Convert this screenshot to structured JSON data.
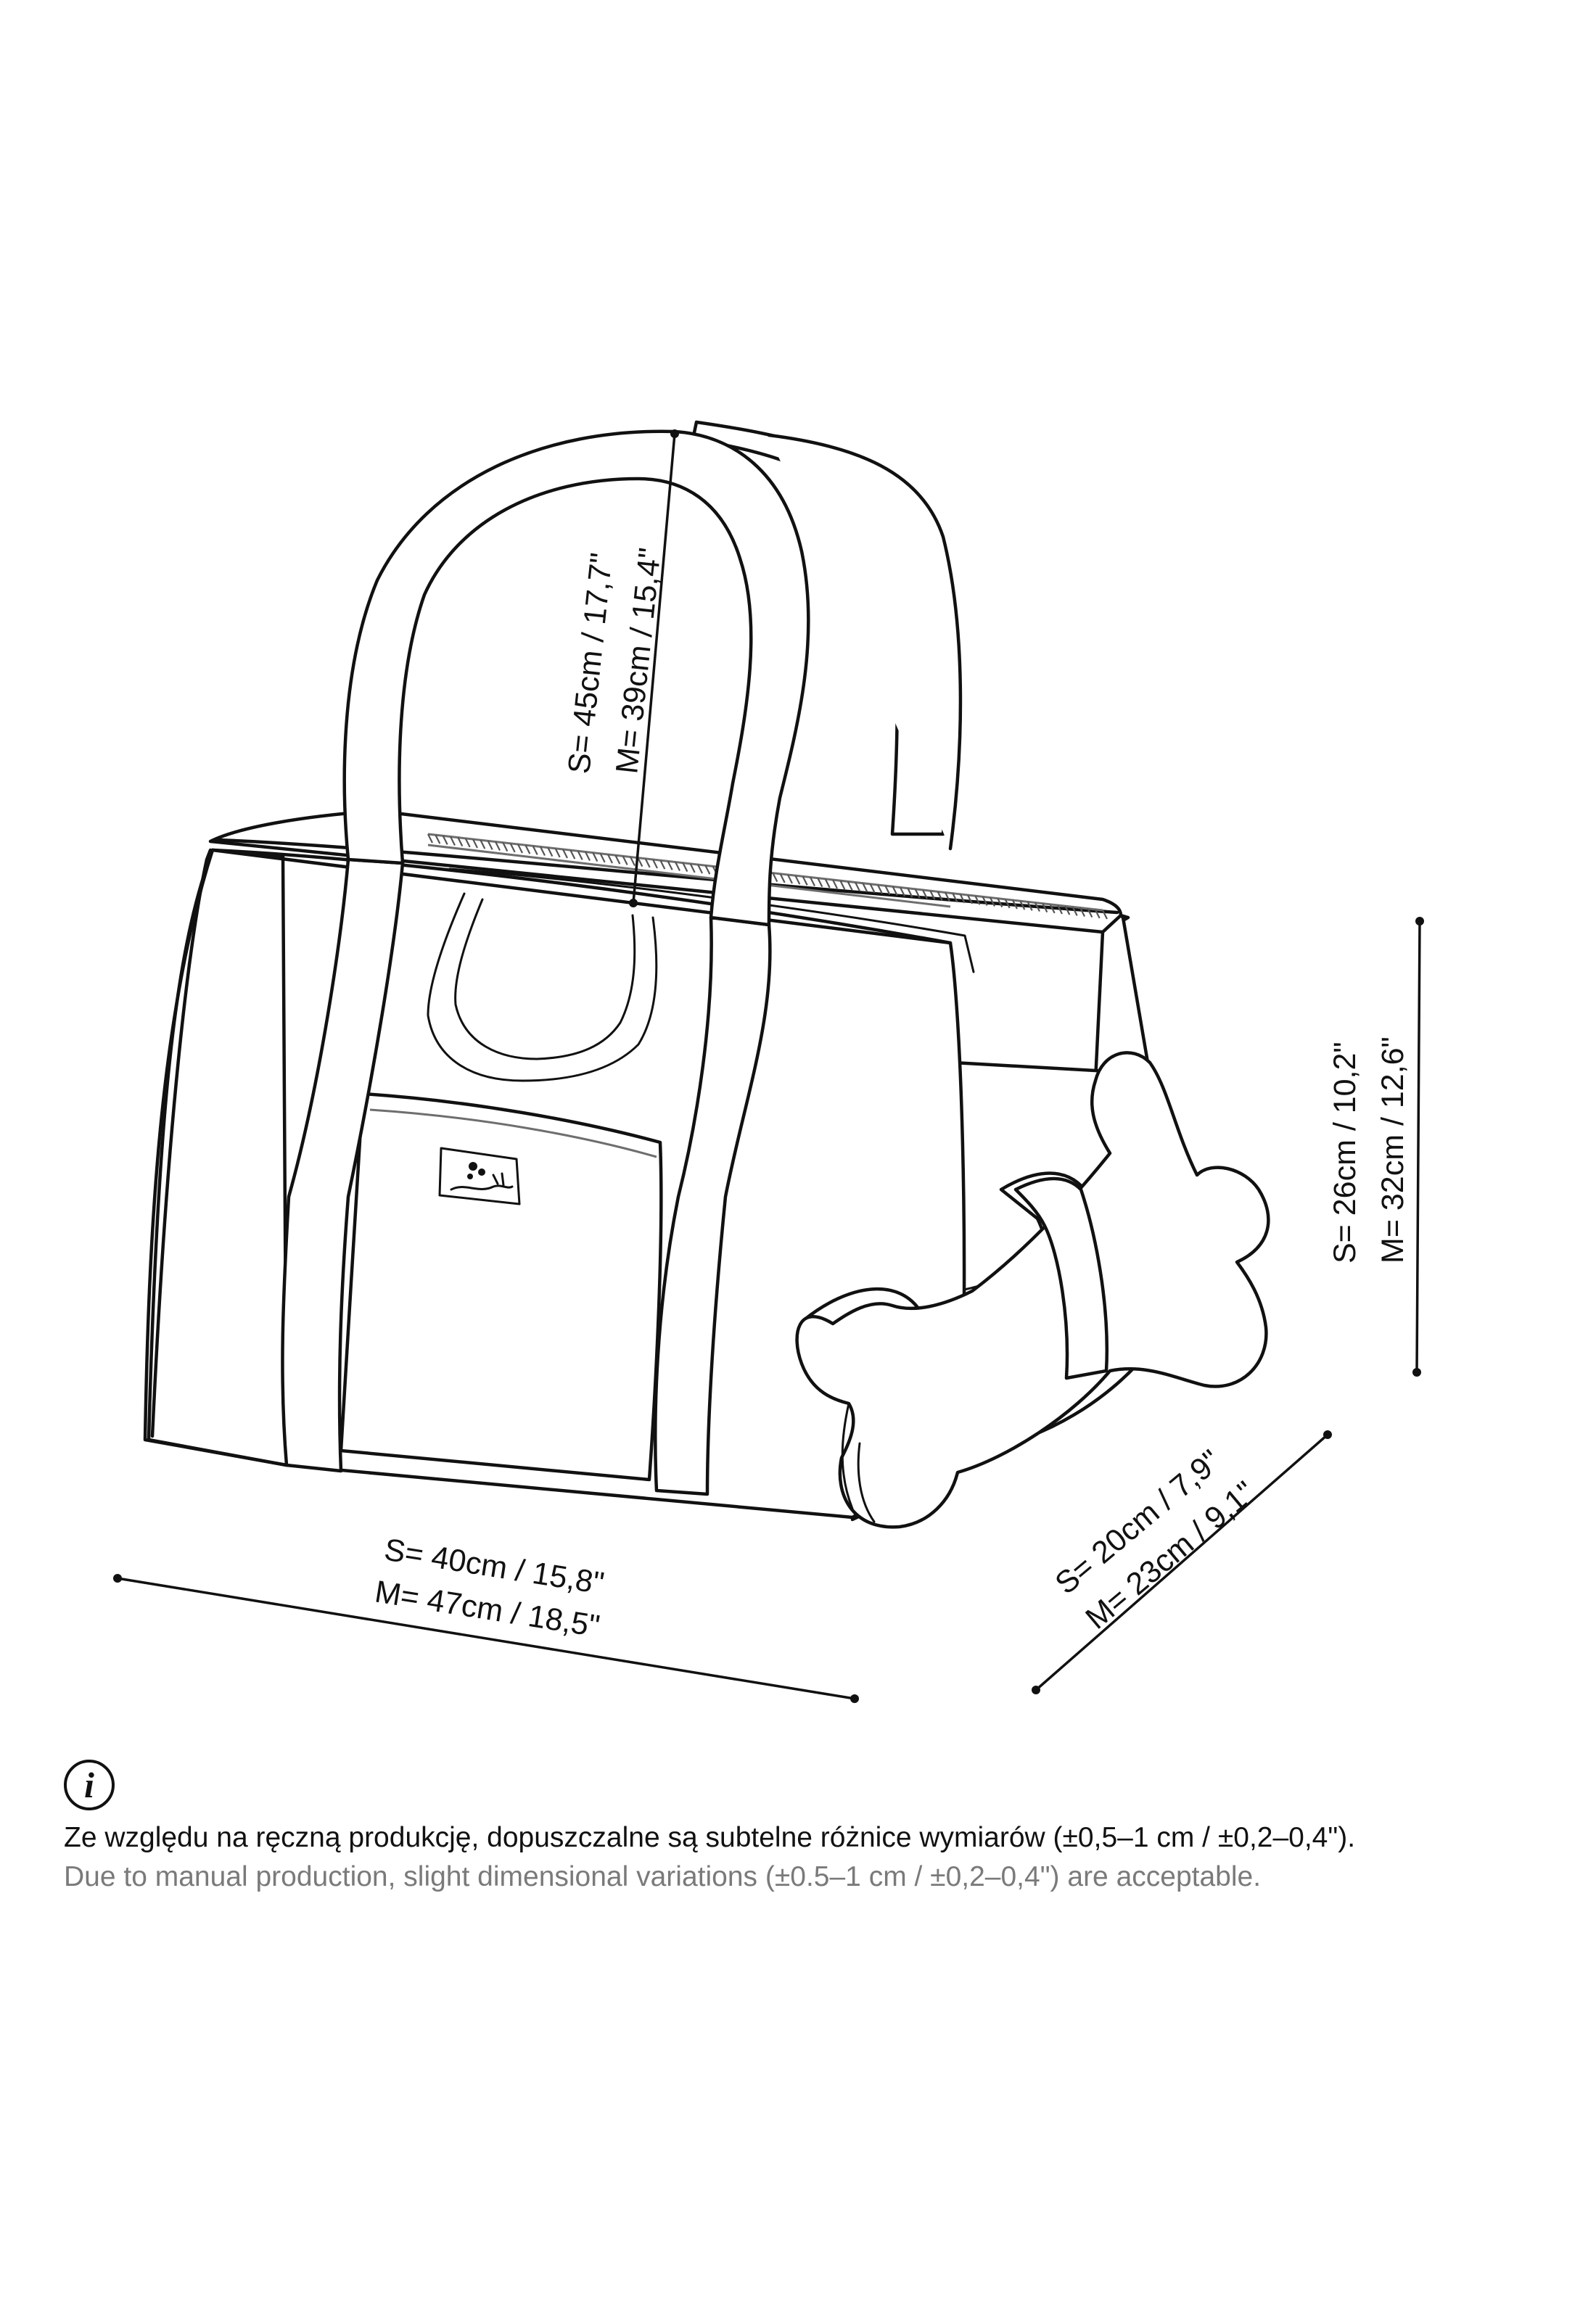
{
  "dimensions": {
    "handle": {
      "small": "S= 45cm / 17,7\"",
      "medium": "M= 39cm / 15,4\""
    },
    "height": {
      "small": "S= 26cm / 10,2\"",
      "medium": "M= 32cm / 12,6\""
    },
    "width": {
      "small": "S= 40cm / 15,8\"",
      "medium": "M= 47cm / 18,5\""
    },
    "depth": {
      "small": "S= 20cm / 7,9\"",
      "medium": "M= 23cm / 9,1\""
    }
  },
  "info": {
    "icon": "info-icon",
    "icon_glyph": "i",
    "note_pl": "Ze względu na ręczną produkcję, dopuszczalne są subtelne różnice wymiarów (±0,5–1 cm / ±0,2–0,4\").",
    "note_en": "Due to manual production, slight dimensional variations (±0.5–1 cm / ±0,2–0,4\") are acceptable."
  }
}
